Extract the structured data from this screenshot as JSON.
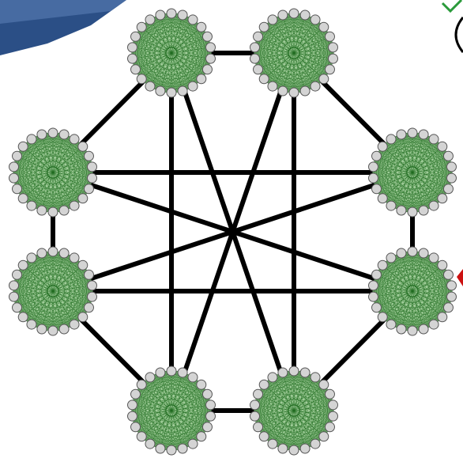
{
  "diagram": {
    "type": "network-topology",
    "colors": {
      "background": "#ffffff",
      "link": "#000000",
      "cluster_fill": "#9fcc98",
      "cluster_mesh": "#1f6b1f",
      "port_node": "#d4d4d4",
      "corner_image": "#2b4f86",
      "corner_accent": "#2a9a3a",
      "edge_accent": "#cc1111"
    },
    "clusters": [
      {
        "id": "top-left"
      },
      {
        "id": "top-right"
      },
      {
        "id": "right-upper"
      },
      {
        "id": "right-lower"
      },
      {
        "id": "bottom-right"
      },
      {
        "id": "bottom-left"
      },
      {
        "id": "left-lower"
      },
      {
        "id": "left-upper"
      }
    ],
    "ports_per_cluster": 22,
    "links": [
      [
        "top-left",
        "top-right"
      ],
      [
        "top-right",
        "right-upper"
      ],
      [
        "right-upper",
        "right-lower"
      ],
      [
        "right-lower",
        "bottom-right"
      ],
      [
        "bottom-right",
        "bottom-left"
      ],
      [
        "bottom-left",
        "left-lower"
      ],
      [
        "left-lower",
        "left-upper"
      ],
      [
        "left-upper",
        "top-left"
      ],
      [
        "top-left",
        "bottom-left"
      ],
      [
        "top-right",
        "bottom-right"
      ],
      [
        "left-upper",
        "right-upper"
      ],
      [
        "left-lower",
        "right-lower"
      ],
      [
        "top-left",
        "bottom-right"
      ],
      [
        "top-right",
        "bottom-left"
      ],
      [
        "left-upper",
        "right-lower"
      ],
      [
        "left-lower",
        "right-upper"
      ]
    ]
  }
}
